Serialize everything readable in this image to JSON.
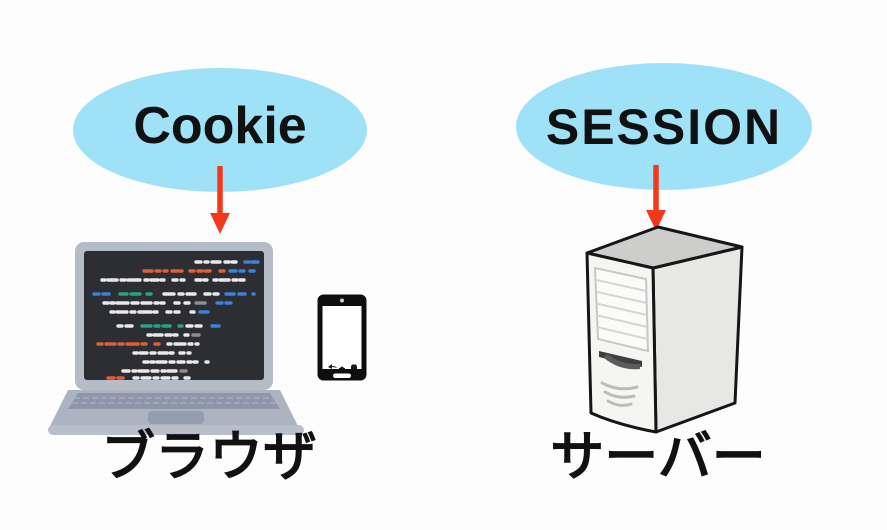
{
  "colors": {
    "background": "#fdfdfd",
    "bubble": "#9fe2f8",
    "arrow": "#f2391b",
    "text": "#111111"
  },
  "cookie_group": {
    "bubble_label": "Cookie",
    "caption": "ブラウザ",
    "icons": [
      "down-arrow-icon",
      "laptop-code-icon",
      "smartphone-icon"
    ]
  },
  "session_group": {
    "bubble_label": "SESSION",
    "caption": "サーバー",
    "icons": [
      "down-arrow-icon",
      "server-tower-icon"
    ]
  }
}
